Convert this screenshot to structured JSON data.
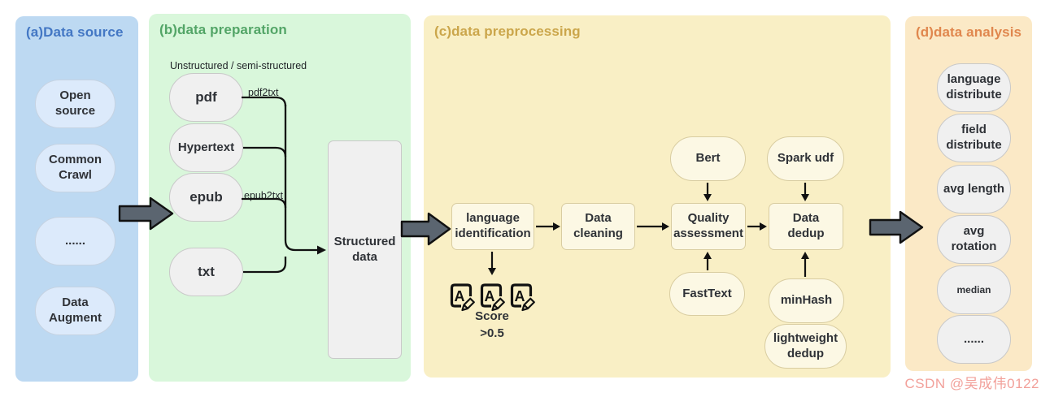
{
  "watermark": "CSDN @吴成伟0122",
  "panels": {
    "source": {
      "title": "(a)Data source",
      "items": [
        "Open source",
        "Common Crawl",
        "......",
        "Data Augment"
      ]
    },
    "preparation": {
      "title": "(b)data preparation",
      "subtitle": "Unstructured / semi-structured",
      "items": [
        "pdf",
        "Hypertext",
        "epub",
        "txt"
      ],
      "edge_labels": {
        "pdf2txt": "pdf2txt",
        "epub2txt": "epub2txt"
      },
      "output": "Structured data"
    },
    "preprocessing": {
      "title": "(c)data preprocessing",
      "steps": [
        "language identification",
        "Data cleaning",
        "Quality assessment",
        "Data dedup"
      ],
      "tools_top": [
        "Bert",
        "Spark udf"
      ],
      "tools_bottom": [
        "FastText",
        "minHash",
        "lightweight dedup"
      ],
      "score_label": "Score",
      "score_value": ">0.5"
    },
    "analysis": {
      "title": "(d)data analysis",
      "items": [
        "language distribute",
        "field distribute",
        "avg length",
        "avg rotation",
        "median",
        "......"
      ]
    }
  },
  "colors": {
    "panel_source_bg": "#bdd9f2",
    "panel_preparation_bg": "#d9f7db",
    "panel_preprocessing_bg": "#f9efc5",
    "panel_analysis_bg": "#fbe9c6",
    "title_source": "#4377c4",
    "title_preparation": "#53a567",
    "title_preprocessing": "#cba64b",
    "title_analysis": "#e0874e",
    "node_blue_fill": "#dceafb",
    "node_gray_fill": "#f0f0f0",
    "node_cream_fill": "#fcf8e4",
    "block_arrow_fill": "#5b6570",
    "connector_stroke": "#111111",
    "watermark_color": "#f2a09a"
  }
}
